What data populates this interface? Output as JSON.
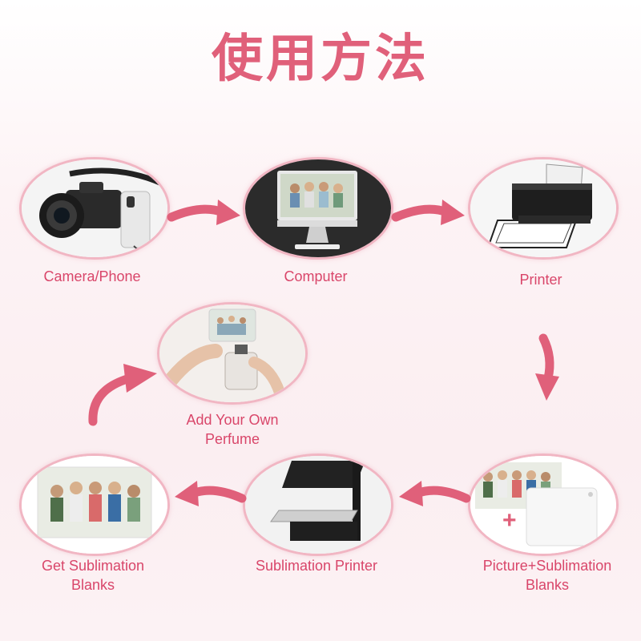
{
  "title": "使用方法",
  "colors": {
    "accent": "#e0607a",
    "label": "#d9466a",
    "ring": "#f1b6c3"
  },
  "steps": {
    "camera": {
      "label": "Camera/Phone",
      "icon": "camera-phone-image"
    },
    "computer": {
      "label": "Computer",
      "icon": "computer-image"
    },
    "printer": {
      "label": "Printer",
      "icon": "printer-image"
    },
    "picture": {
      "label_line1": "Picture+Sublimation",
      "label_line2": "Blanks",
      "plus": "+",
      "icon": "picture-blank-image"
    },
    "press": {
      "label": "Sublimation Printer",
      "icon": "heat-press-image"
    },
    "blanks": {
      "label_line1": "Get Sublimation",
      "label_line2": "Blanks",
      "icon": "family-photo-image"
    },
    "perfume": {
      "label_line1": "Add Your Own",
      "label_line2": "Perfume",
      "icon": "perfume-image"
    }
  }
}
